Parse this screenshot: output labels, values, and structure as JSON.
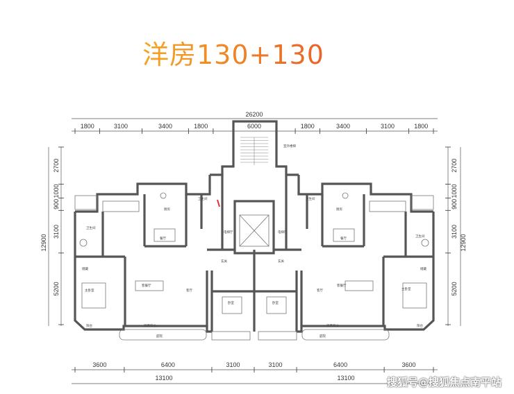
{
  "title": "洋房130+130",
  "dimensions": {
    "overall_width": "26200",
    "top_segments": [
      "1800",
      "3100",
      "3400",
      "1800",
      "6000",
      "1800",
      "3400",
      "3100",
      "1800"
    ],
    "bottom_segments": [
      "3600",
      "6400",
      "3100",
      "3100",
      "6400",
      "3600"
    ],
    "bottom_totals": [
      "13100",
      "13100"
    ],
    "left_segments": [
      "2700",
      "1000",
      "900",
      "3100",
      "5200"
    ],
    "left_total": "12900",
    "right_segments": [
      "2700",
      "1000",
      "900",
      "3100",
      "5200"
    ],
    "right_total": "12900"
  },
  "room_labels": {
    "stair": "室外楼梯",
    "bath": "卫生间",
    "kitchen": "厨房",
    "dining": "餐厅",
    "elevator_hall": "电梯厅",
    "entry": "玄关",
    "master_bedroom": "主卧室",
    "living": "客餐厅",
    "bedroom": "卧室",
    "balcony": "阳台",
    "hall": "客厅",
    "terrace": "观景阳台",
    "garden": "庭院",
    "storage": "储藏"
  },
  "watermark": "搜狐号@搜狐焦点南平站"
}
